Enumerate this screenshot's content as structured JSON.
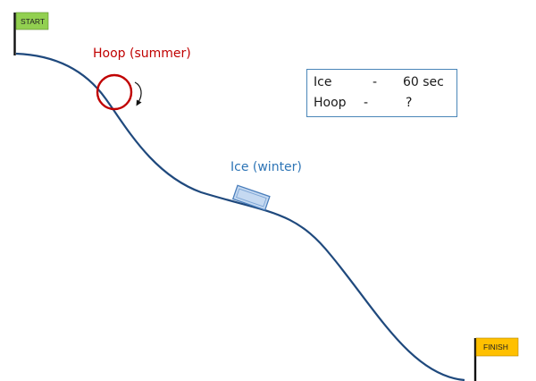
{
  "flags": {
    "start_label": "START",
    "finish_label": "FINISH",
    "start_color": "#92d050",
    "finish_color": "#ffc000"
  },
  "labels": {
    "hoop": "Hoop (summer)",
    "ice": "Ice (winter)",
    "hoop_color": "#c00000",
    "ice_color": "#2e75b6"
  },
  "info_box": {
    "rows": [
      {
        "name": "Ice",
        "dash": "-",
        "value": "60 sec"
      },
      {
        "name": "Hoop",
        "dash": "-",
        "value": "?"
      }
    ]
  },
  "colors": {
    "slope": "#1f497d",
    "hoop": "#c00000",
    "ice_fill": "#c5d9f1",
    "ice_stroke": "#4a7ebb"
  },
  "icons": {
    "hoop_rotation": "clockwise-arrow-icon"
  }
}
